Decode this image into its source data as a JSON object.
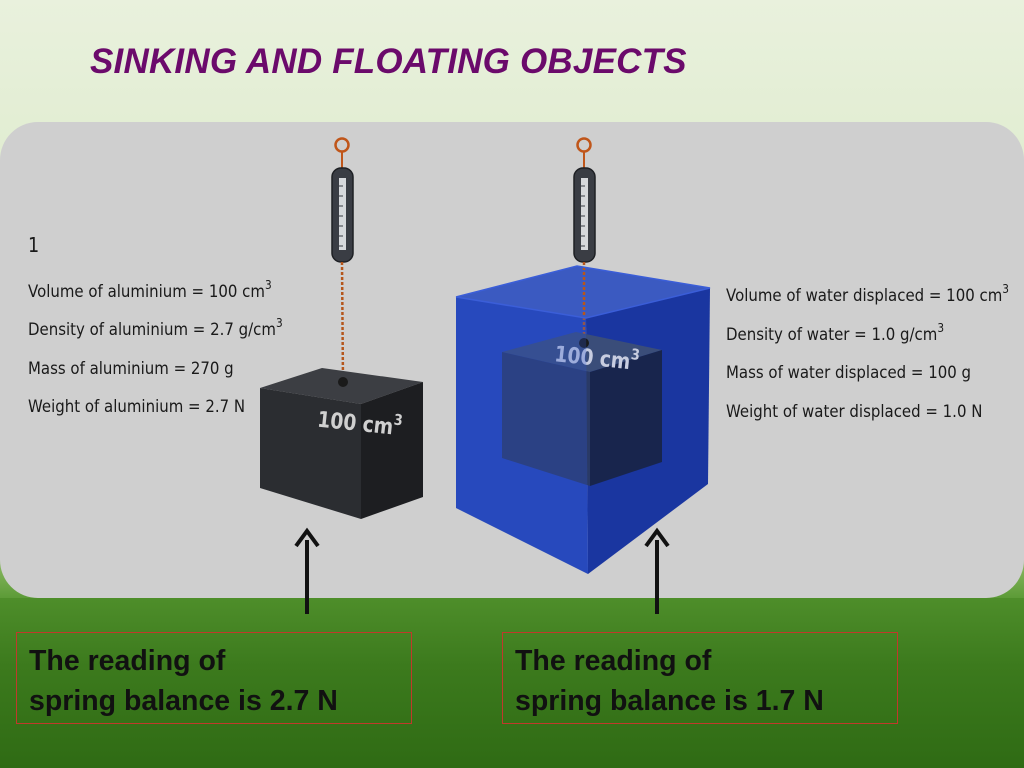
{
  "title": "SINKING AND FLOATING OBJECTS",
  "left_info": {
    "number": "1",
    "lines": [
      {
        "text": "Volume of aluminium = 100 cm",
        "sup": "3"
      },
      {
        "text": "Density of aluminium = 2.7 g/cm",
        "sup": "3"
      },
      {
        "text": "Mass of aluminium = 270 g",
        "sup": ""
      },
      {
        "text": "Weight of aluminium = 2.7 N",
        "sup": ""
      }
    ]
  },
  "right_info": {
    "lines": [
      {
        "text": "Volume of water displaced = 100 cm",
        "sup": "3"
      },
      {
        "text": "Density of water = 1.0 g/cm",
        "sup": "3"
      },
      {
        "text": "Mass of water displaced = 100 g",
        "sup": ""
      },
      {
        "text": "Weight of water displaced = 1.0 N",
        "sup": ""
      }
    ]
  },
  "cube_labels": {
    "left": {
      "text": "100 cm",
      "sup": "3"
    },
    "right": {
      "text": "100 cm",
      "sup": "3"
    }
  },
  "captions": {
    "left": {
      "line1": "The reading of",
      "line2": "spring balance is 2.7 N"
    },
    "right": {
      "line1": "The reading of",
      "line2": "spring balance is 1.7 N"
    }
  },
  "colors": {
    "title": "#6b0a6b",
    "water": "#1f3fb0",
    "cube": "#2b2d31",
    "caption_border": "#c0392b"
  }
}
